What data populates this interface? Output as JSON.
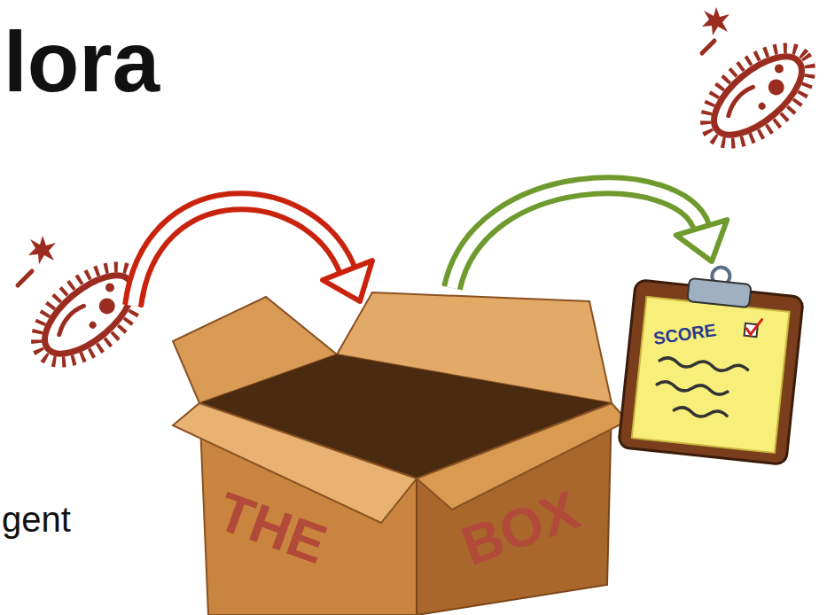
{
  "diagram": {
    "title": "lora",
    "nodes": [
      {
        "text": [
          "THE",
          "BOX"
        ]
      },
      {
        "text": [
          "SCORE"
        ]
      }
    ],
    "edges": [
      {
        "from": 0,
        "to": 1,
        "arrow": "to"
      }
    ],
    "labels": [
      "gent"
    ]
  }
}
